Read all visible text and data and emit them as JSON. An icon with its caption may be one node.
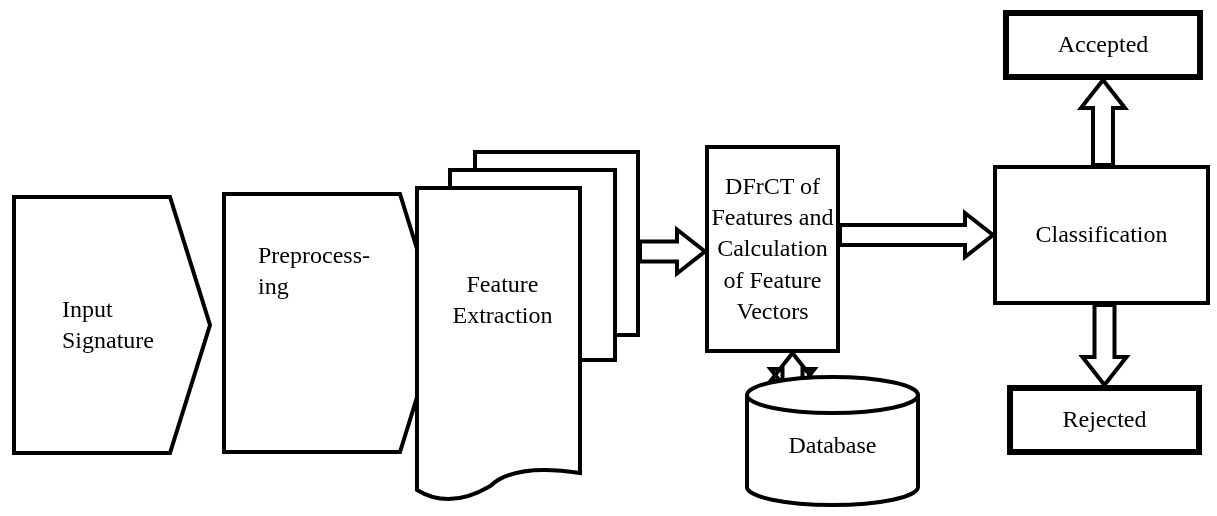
{
  "diagram": {
    "nodes": [
      {
        "text": [
          "Input Signature"
        ]
      },
      {
        "text": [
          "Preprocess- ing"
        ]
      },
      {
        "text": [
          "Feature Extraction"
        ]
      },
      {
        "text": [
          "DFrCT of Features and Calculation of Feature Vectors"
        ]
      },
      {
        "text": [
          "Classification"
        ]
      },
      {
        "text": [
          "Accepted"
        ]
      },
      {
        "text": [
          "Rejected"
        ]
      },
      {
        "text": [
          "Database"
        ]
      }
    ],
    "edges": [
      {
        "from": 2,
        "to": 3,
        "arrow": "to"
      },
      {
        "from": 3,
        "to": 4,
        "arrow": "to"
      },
      {
        "from": 4,
        "to": 5,
        "arrow": "to"
      },
      {
        "from": 4,
        "to": 6,
        "arrow": "to"
      },
      {
        "from": 7,
        "to": 3,
        "arrow": "both"
      }
    ]
  }
}
